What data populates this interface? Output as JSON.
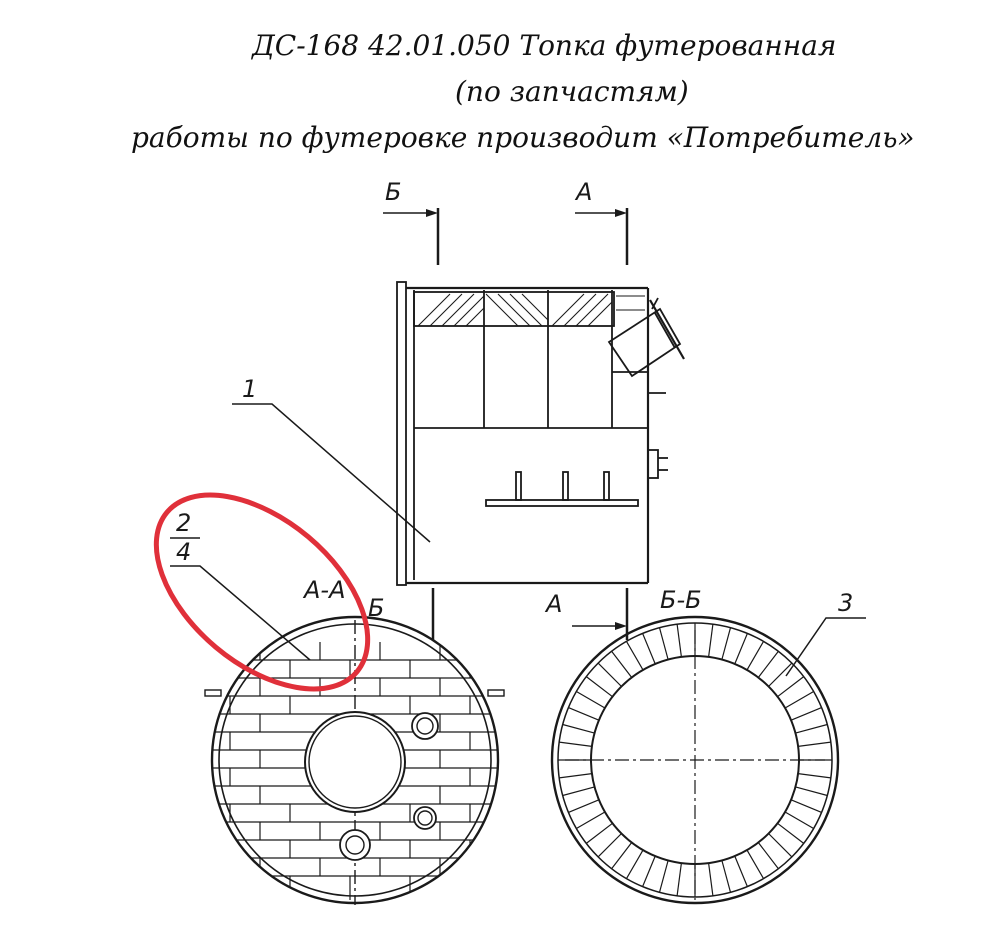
{
  "title": {
    "line1": "ДС-168 42.01.050 Топка футерованная",
    "line2": "(по запчастям)",
    "line3": "работы по футеровке производит «Потребитель»"
  },
  "callouts": {
    "part1": "1",
    "part2": "2",
    "part3": "3",
    "part4": "4"
  },
  "section_marks": {
    "a": "А",
    "b": "Б",
    "view_aa": "А-А",
    "view_bb": "Б-Б"
  },
  "colors": {
    "ink": "#1a1a1a",
    "highlight": "#e0303a",
    "paper": "#ffffff"
  }
}
